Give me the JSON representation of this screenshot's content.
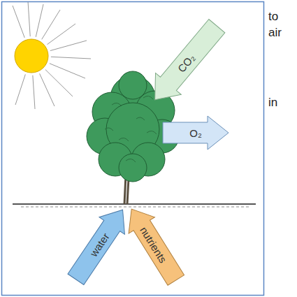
{
  "diagram": {
    "nodes": [
      {
        "text": [
          "CO₂"
        ]
      },
      {
        "text": [
          "O₂"
        ]
      },
      {
        "text": [
          "water"
        ]
      },
      {
        "text": [
          "nutrients"
        ]
      }
    ],
    "labels": [
      "to",
      "air",
      "in"
    ]
  }
}
